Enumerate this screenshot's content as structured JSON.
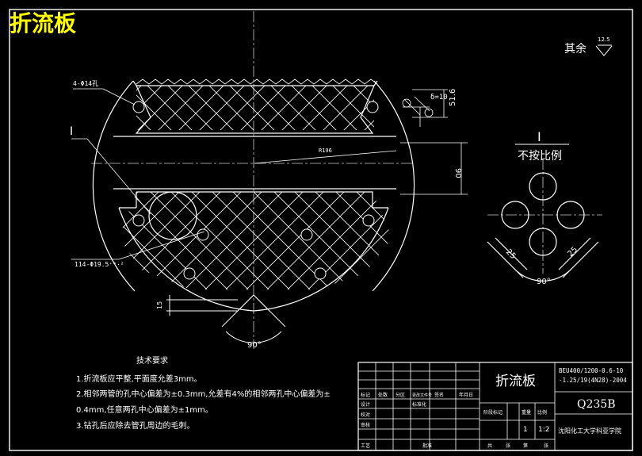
{
  "corner_title": "折流板",
  "roughness": {
    "label": "其余",
    "value": "12.5"
  },
  "dims": {
    "holes_4": "4-Φ14孔",
    "delta": "δ=10",
    "d_516": "51.6",
    "d_90": "90",
    "radius": "R196",
    "holes_114": "114-Φ19.5⁺⁰·²",
    "d_15": "15",
    "angle_90": "90°",
    "detail_25a": "25",
    "detail_25b": "25",
    "detail_angle": "90°"
  },
  "section_mark": "I",
  "detail": {
    "mark": "I",
    "note": "不按比例"
  },
  "tech": {
    "heading": "技术要求",
    "items": [
      "1.折流板应平整,平面度允差3mm。",
      "2.相邻两管的孔中心偏差为±0.3mm,允差有4%的相邻两孔中心偏差为±",
      "0.4mm,任意两孔中心偏差为±1mm。",
      "3.钻孔后应除去管孔周边的毛刺。"
    ]
  },
  "title_block": {
    "name": "折流板",
    "std": "BEU400/1200-0.6-10",
    "std2": "-1.25/19(4N28)-2004",
    "material": "Q235B",
    "scale": "1:2",
    "sheet": "1",
    "school": "沈阳化工大学科亚学院",
    "row_labels": [
      "设计",
      "校对",
      "审核",
      "工艺",
      "标记",
      "处数",
      "分区",
      "更改文件号",
      "签名",
      "年月日",
      "标准化",
      "批准"
    ],
    "ratio_labels": [
      "阶段标记",
      "重量",
      "比例"
    ],
    "sheet_labels": [
      "共",
      "张",
      "第",
      "张"
    ]
  },
  "colors": {
    "line": "#ffffff",
    "title": "#ffff00",
    "center": "#cccccc"
  }
}
